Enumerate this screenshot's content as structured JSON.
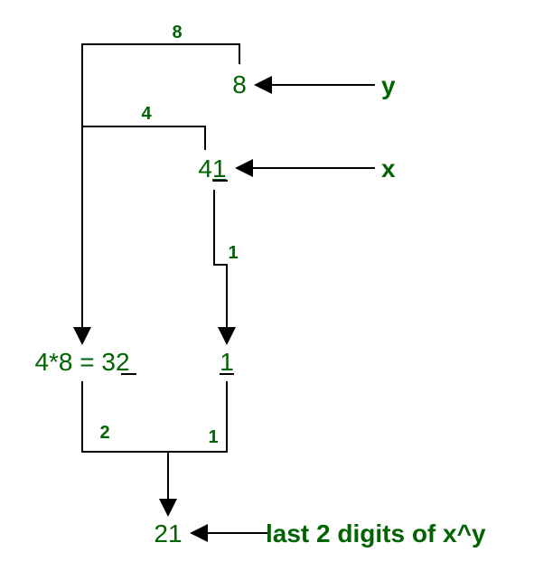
{
  "diagram": {
    "text_color": "#006400",
    "line_color": "#000000",
    "values": {
      "y_value": "8",
      "x_prefix": "4",
      "x_last_digit": "1",
      "product_prefix": "4*8 = 3",
      "product_last_digit": "2",
      "carry_digit": "1",
      "result": "21"
    },
    "edge_labels": {
      "top_8": "8",
      "top_4": "4",
      "mid_1": "1",
      "bottom_2": "2",
      "bottom_1": "1"
    },
    "side_labels": {
      "y": "y",
      "x": "x",
      "result": "last 2 digits of x^y"
    }
  }
}
